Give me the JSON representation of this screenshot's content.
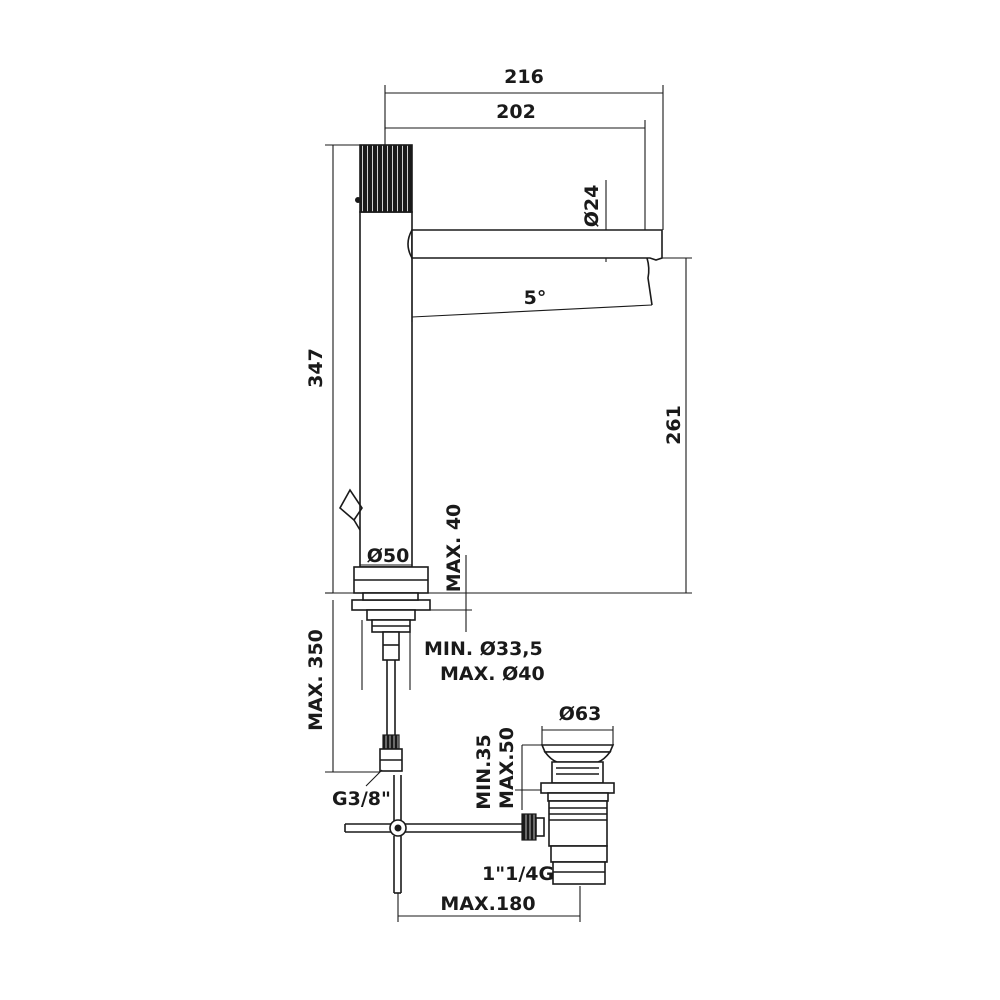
{
  "dimensions": {
    "overall_depth": "216",
    "spout_reach": "202",
    "spout_diameter": "Ø24",
    "spout_angle": "5°",
    "overall_height": "347",
    "spout_height": "261",
    "max_deck_thickness": "MAX. 40",
    "body_diameter": "Ø50",
    "max_hose_length": "MAX. 350",
    "min_hole": "MIN. Ø33,5",
    "max_hole": "MAX. Ø40",
    "hose_connection": "G3/8\"",
    "waste_flange_diameter": "Ø63",
    "waste_min_thickness": "MIN.35",
    "waste_max_thickness": "MAX.50",
    "waste_thread": "1\"1/4G",
    "max_rod_length": "MAX.180"
  }
}
